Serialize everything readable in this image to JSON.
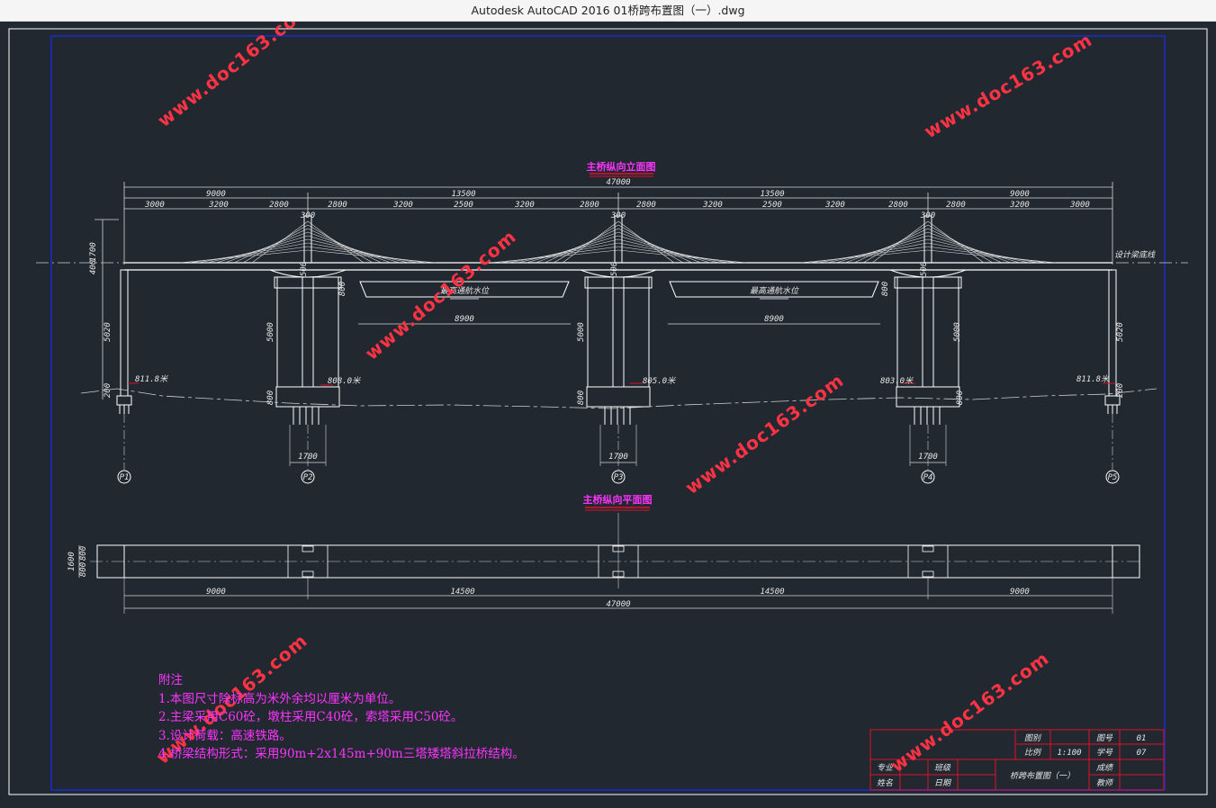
{
  "window": {
    "title": "Autodesk AutoCAD 2016     01桥跨布置图（一）.dwg"
  },
  "drawing": {
    "elevation_title": "主桥纵向立面图",
    "plan_title": "主桥纵向平面图",
    "overall_length": "47000",
    "top_dims": [
      "9000",
      "13500",
      "13500",
      "9000"
    ],
    "sub_dims": [
      "3000",
      "3200",
      "2800",
      "2800",
      "3200",
      "2500",
      "3200",
      "2800",
      "2800",
      "3200",
      "2500",
      "3200",
      "2800",
      "2800",
      "3200",
      "3000"
    ],
    "tower_width": "300",
    "tower_height": "1700",
    "deck_depth": "400",
    "pier_top": "500",
    "side_pier_height": "5020",
    "main_pier_height": "5000",
    "channel_clearance": "800",
    "channel_width": "8900",
    "water_level_label": "最高通航水位",
    "pile_cap_height": "800",
    "pile_cap_width": "1700",
    "side_base": "200",
    "design_line_label": "设计梁底线",
    "elevations": [
      "811.8米",
      "808.0米",
      "805.0米",
      "803.0米",
      "811.8米"
    ],
    "piers": [
      "P1",
      "P2",
      "P3",
      "P4",
      "P5"
    ],
    "plan_widths": [
      "1600",
      "800",
      "800"
    ],
    "plan_dims": [
      "9000",
      "14500",
      "14500",
      "9000"
    ],
    "plan_total": "47000"
  },
  "notes": {
    "heading": "附注",
    "items": [
      "1.本图尺寸除标高为米外余均以厘米为单位。",
      "2.主梁采用C60砼，墩柱采用C40砼，索塔采用C50砼。",
      "3.设计荷载：高速铁路。",
      "4.桥梁结构形式：采用90m+2x145m+90m三塔矮塔斜拉桥结构。"
    ]
  },
  "title_block": {
    "drawing_name": "桥跨布置图（一）",
    "label_tuhao": "图号",
    "tuhao": "01",
    "label_scale": "比例",
    "scale": "1:100",
    "label_xuehao": "学号",
    "xuehao": "07",
    "label_tuming": "图别",
    "label_major": "专业",
    "label_class": "班级",
    "label_name": "姓名",
    "label_date": "日期",
    "label_grade": "成绩",
    "label_teacher": "教师"
  },
  "watermark": {
    "text": "www.doc163.com"
  },
  "colors": {
    "background": "#212830",
    "border_blue": "#1a2aa8",
    "annotation": "#ff33ff",
    "title_underline": "#e0102a",
    "watermark": "#ff3344"
  }
}
